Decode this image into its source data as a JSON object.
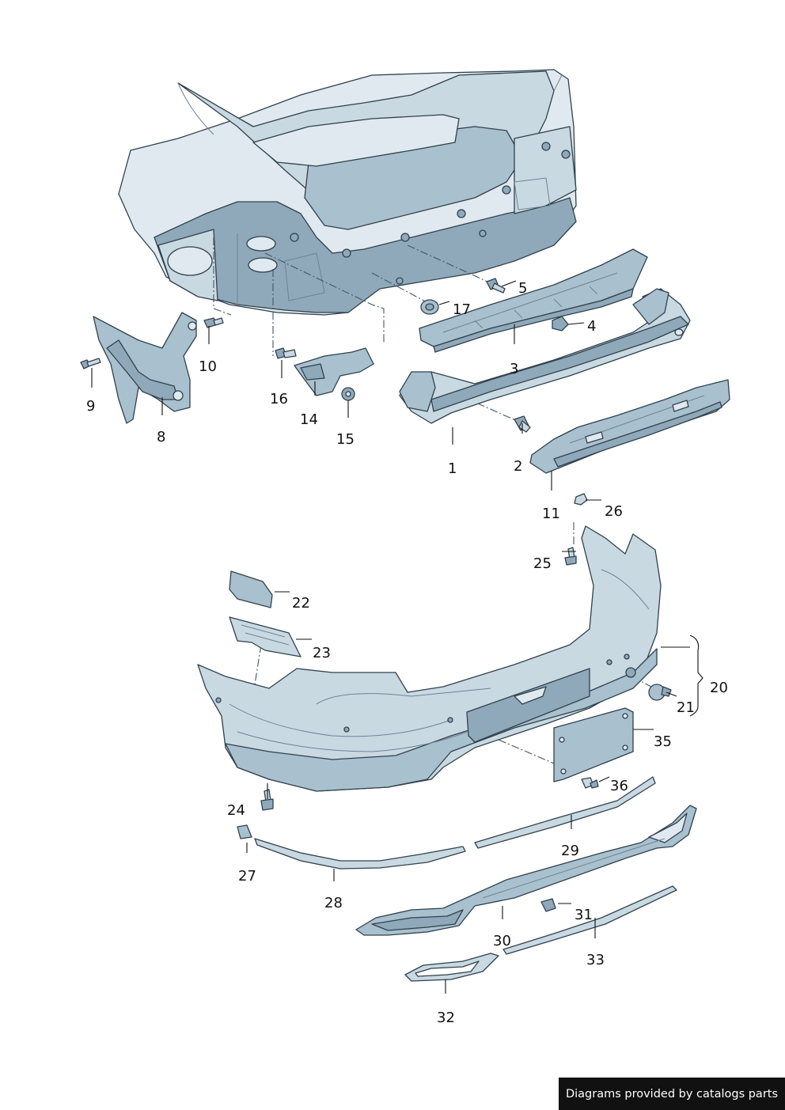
{
  "callouts": [
    {
      "id": "1",
      "label": "1"
    },
    {
      "id": "2",
      "label": "2"
    },
    {
      "id": "3",
      "label": "3"
    },
    {
      "id": "4",
      "label": "4"
    },
    {
      "id": "5",
      "label": "5"
    },
    {
      "id": "8",
      "label": "8"
    },
    {
      "id": "9",
      "label": "9"
    },
    {
      "id": "10",
      "label": "10"
    },
    {
      "id": "11",
      "label": "11"
    },
    {
      "id": "14",
      "label": "14"
    },
    {
      "id": "15",
      "label": "15"
    },
    {
      "id": "16",
      "label": "16"
    },
    {
      "id": "17",
      "label": "17"
    },
    {
      "id": "20",
      "label": "20"
    },
    {
      "id": "21",
      "label": "21"
    },
    {
      "id": "22",
      "label": "22"
    },
    {
      "id": "23",
      "label": "23"
    },
    {
      "id": "24",
      "label": "24"
    },
    {
      "id": "25",
      "label": "25"
    },
    {
      "id": "26",
      "label": "26"
    },
    {
      "id": "27",
      "label": "27"
    },
    {
      "id": "28",
      "label": "28"
    },
    {
      "id": "29",
      "label": "29"
    },
    {
      "id": "30",
      "label": "30"
    },
    {
      "id": "31",
      "label": "31"
    },
    {
      "id": "32",
      "label": "32"
    },
    {
      "id": "33",
      "label": "33"
    },
    {
      "id": "35",
      "label": "35"
    },
    {
      "id": "36",
      "label": "36"
    }
  ],
  "footer": {
    "text": "Diagrams provided by catalogs parts"
  },
  "colors": {
    "part_light": "#c9d9e2",
    "part_mid": "#a9c0ce",
    "part_dark": "#8fa9ba",
    "outline": "#30414c"
  }
}
